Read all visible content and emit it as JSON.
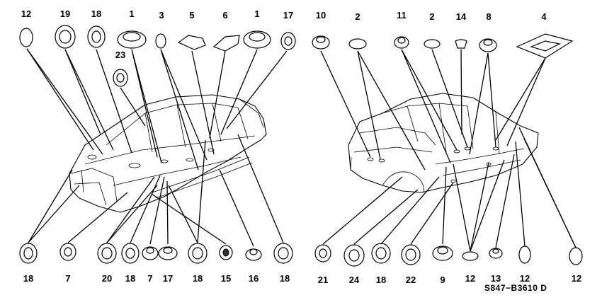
{
  "diagram": {
    "code": "S847−B3610 D",
    "callouts_top": [
      "12",
      "19",
      "18",
      "1",
      "3",
      "5",
      "6",
      "1",
      "17",
      "10",
      "2",
      "11",
      "2",
      "14",
      "8",
      "4"
    ],
    "callout_23": "23",
    "callouts_bottom": [
      "18",
      "7",
      "20",
      "18",
      "7",
      "17",
      "18",
      "15",
      "16",
      "18",
      "21",
      "24",
      "18",
      "22",
      "9",
      "12",
      "13",
      "12",
      "12"
    ]
  }
}
